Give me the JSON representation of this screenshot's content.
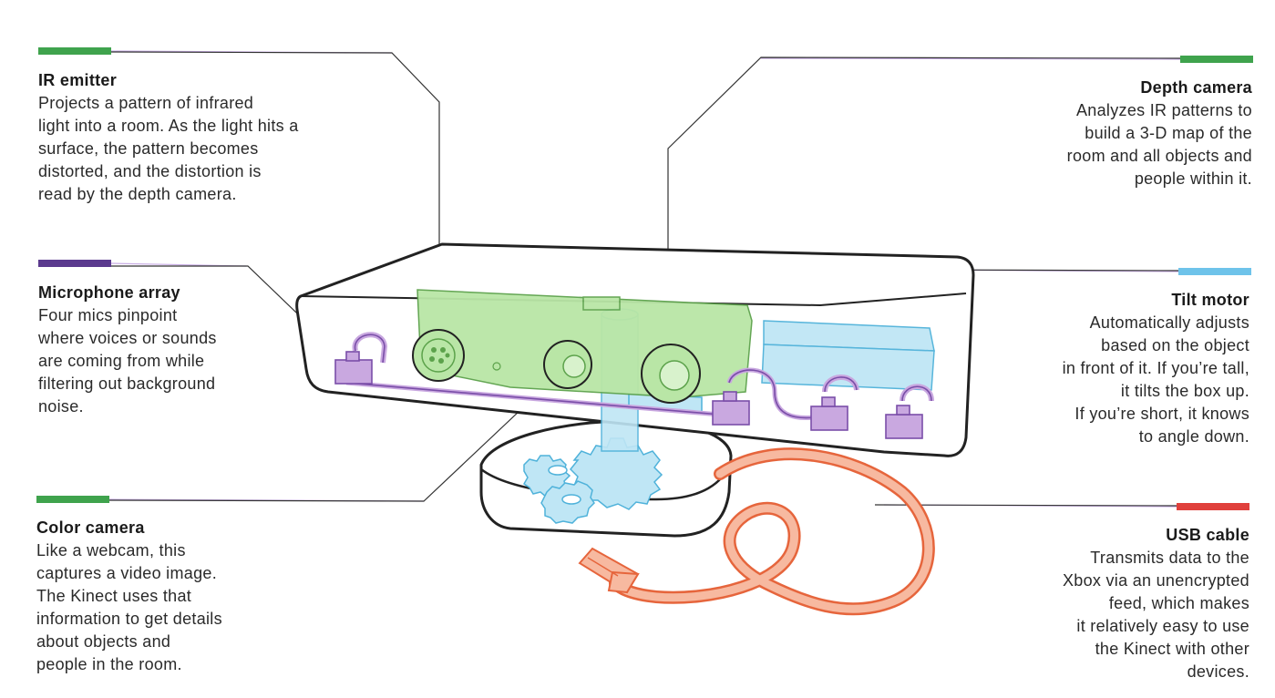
{
  "labels": {
    "ir_emitter": {
      "title": "IR emitter",
      "description": "Projects a pattern of infrared\nlight into a room. As the light hits a\nsurface, the pattern becomes\ndistorted, and the distortion is\nread by the depth camera."
    },
    "microphone_array": {
      "title": "Microphone array",
      "description": "Four mics pinpoint\nwhere voices or sounds\nare coming from while\nfiltering out background\nnoise."
    },
    "color_camera": {
      "title": "Color camera",
      "description": "Like a webcam, this\ncaptures a video image.\nThe Kinect uses that\ninformation to get details\nabout objects and\npeople in the room."
    },
    "depth_camera": {
      "title": "Depth camera",
      "description": "Analyzes IR patterns to\nbuild a 3-D map of the\nroom and all objects and\npeople within it."
    },
    "tilt_motor": {
      "title": "Tilt motor",
      "description": "Automatically adjusts\nbased on the object\nin front of it. If you’re tall,\nit tilts the box up.\nIf you’re short, it knows\nto angle down."
    },
    "usb_cable": {
      "title": "USB cable",
      "description": "Transmits data to the\nXbox via an unencrypted\nfeed, which makes\nit relatively easy to use\nthe Kinect with other\ndevices."
    }
  },
  "colors": {
    "green_marker": "#3fa34d",
    "purple_marker": "#5b3a8e",
    "blue_marker": "#6ec3ea",
    "red_marker": "#e0403c",
    "camera_board": "#b9e6a6",
    "camera_board_stroke": "#5ca24b",
    "mic_fill": "#c9a8e0",
    "mic_stroke": "#7a4ea8",
    "motor_fill": "#bfe6f5",
    "motor_stroke": "#4fb2da",
    "cable_fill": "#f7b9a0",
    "cable_stroke": "#e6653c",
    "outline": "#222222"
  }
}
